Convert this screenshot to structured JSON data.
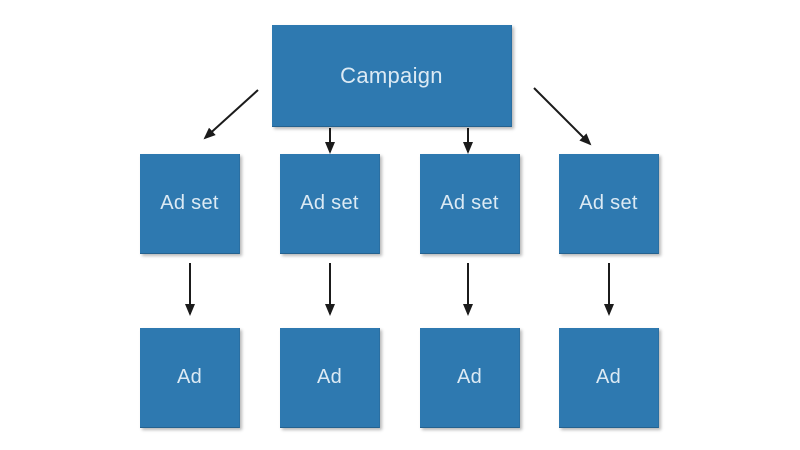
{
  "diagram": {
    "type": "hierarchy",
    "colors": {
      "background": "#ffffff",
      "box_fill": "#2e79b0",
      "box_text": "#dceaf4",
      "arrow": "#1b1b1b"
    },
    "nodes": {
      "campaign": {
        "label": "Campaign"
      },
      "ad_sets": [
        {
          "label": "Ad set"
        },
        {
          "label": "Ad set"
        },
        {
          "label": "Ad set"
        },
        {
          "label": "Ad set"
        }
      ],
      "ads": [
        {
          "label": "Ad"
        },
        {
          "label": "Ad"
        },
        {
          "label": "Ad"
        },
        {
          "label": "Ad"
        }
      ]
    },
    "edges": [
      {
        "from": "campaign",
        "to": "ad_set_1"
      },
      {
        "from": "campaign",
        "to": "ad_set_2"
      },
      {
        "from": "campaign",
        "to": "ad_set_3"
      },
      {
        "from": "campaign",
        "to": "ad_set_4"
      },
      {
        "from": "ad_set_1",
        "to": "ad_1"
      },
      {
        "from": "ad_set_2",
        "to": "ad_2"
      },
      {
        "from": "ad_set_3",
        "to": "ad_3"
      },
      {
        "from": "ad_set_4",
        "to": "ad_4"
      }
    ]
  }
}
